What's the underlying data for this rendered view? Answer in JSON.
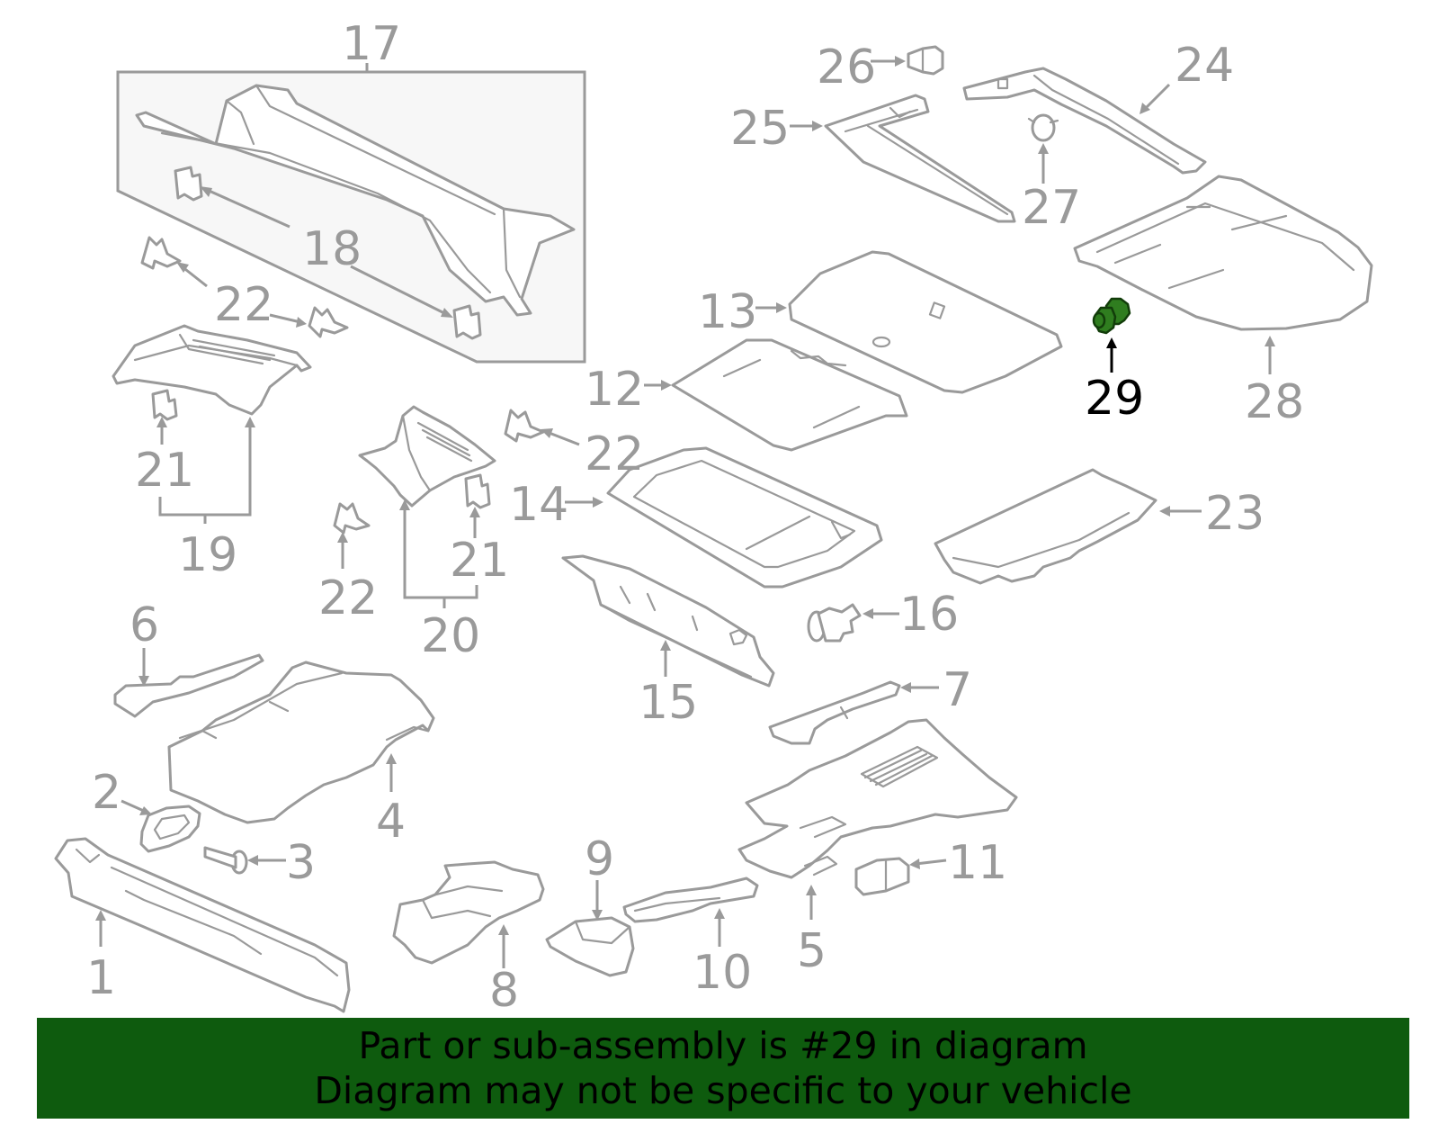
{
  "highlight_part": "29",
  "callouts": [
    "1",
    "2",
    "3",
    "4",
    "5",
    "6",
    "7",
    "8",
    "9",
    "10",
    "11",
    "12",
    "13",
    "14",
    "15",
    "16",
    "17",
    "18",
    "19",
    "20",
    "21",
    "21",
    "22",
    "22",
    "22",
    "23",
    "24",
    "25",
    "26",
    "27",
    "28",
    "29"
  ],
  "labels": {
    "c1": "1",
    "c2": "2",
    "c3": "3",
    "c4": "4",
    "c5": "5",
    "c6": "6",
    "c7": "7",
    "c8": "8",
    "c9": "9",
    "c10": "10",
    "c11": "11",
    "c12": "12",
    "c13": "13",
    "c14": "14",
    "c15": "15",
    "c16": "16",
    "c17": "17",
    "c18": "18",
    "c19": "19",
    "c20": "20",
    "c21a": "21",
    "c21b": "21",
    "c22a": "22",
    "c22b": "22",
    "c22c": "22",
    "c23": "23",
    "c24": "24",
    "c25": "25",
    "c26": "26",
    "c27": "27",
    "c28": "28",
    "c29": "29"
  },
  "banner": {
    "line1": "Part or sub-assembly is #29 in diagram",
    "line2": "Diagram may not be specific to your vehicle"
  },
  "colors": {
    "line_gray": "#9a9a9a",
    "highlight_green": "#2f7d1f",
    "banner_green": "#0e5b0e",
    "highlight_text": "#000000"
  }
}
